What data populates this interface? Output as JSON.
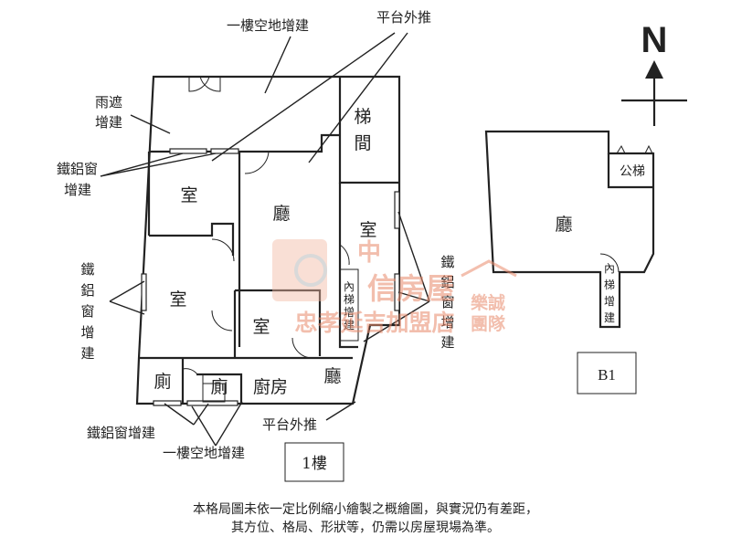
{
  "floor1": {
    "rooms": {
      "stair_1": "梯",
      "stair_2": "間",
      "room_a": "室",
      "room_b": "室",
      "room_c": "室",
      "room_d": "室",
      "hall": "廳",
      "hall_2": "廳",
      "wc_1": "廁",
      "wc_2": "廁",
      "kitchen": "廚房",
      "inner_stair": [
        "內",
        "梯",
        "增",
        "建"
      ]
    },
    "notes": {
      "top_yard": "一樓空地增建",
      "top_balcony": "平台外推",
      "canopy": [
        "雨遮",
        "增建"
      ],
      "window_top": [
        "鐵鋁窗",
        "增建"
      ],
      "window_left": [
        "鐵",
        "鋁",
        "窗",
        "增",
        "建"
      ],
      "window_right": [
        "鐵",
        "鋁",
        "窗",
        "增",
        "建"
      ],
      "window_bottom": "鐵鋁窗增建",
      "bottom_balcony": "平台外推",
      "bottom_yard": "一樓空地增建"
    },
    "label": "1樓"
  },
  "b1": {
    "rooms": {
      "hall": "廳",
      "public_stair": "公梯",
      "inner_stair": [
        "內",
        "梯",
        "增",
        "建"
      ]
    },
    "label": "B1"
  },
  "compass": {
    "letter": "N"
  },
  "watermark": {
    "top": "中",
    "middle": "信房屋",
    "bottom": "忠孝延吉加盟店",
    "side_top": "樂誠",
    "side_bottom": "團隊"
  },
  "disclaimer": {
    "line1": "本格局圖未依一定比例縮小繪製之概繪圖，與實況仍有差距，",
    "line2": "其方位、格局、形狀等，仍需以房屋現場為準。"
  }
}
